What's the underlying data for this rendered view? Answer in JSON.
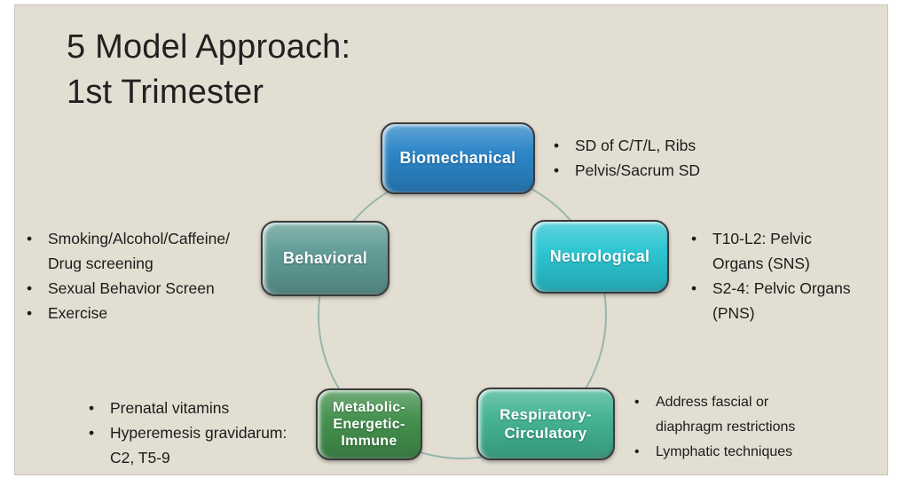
{
  "slide": {
    "title": "5 Model Approach:\n1st Trimester",
    "background_color": "#e3ded2",
    "ring_color": "#7da8a0"
  },
  "models": [
    {
      "name": "Biomechanical",
      "label": "Biomechanical",
      "color": "#2b85c7",
      "bullets": [
        "SD of C/T/L, Ribs",
        "Pelvis/Sacrum SD"
      ]
    },
    {
      "name": "Neurological",
      "label": "Neurological",
      "color": "#2bc5d1",
      "bullets": [
        "T10-L2: Pelvic\nOrgans (SNS)",
        "S2-4: Pelvic Organs\n(PNS)"
      ]
    },
    {
      "name": "Respiratory-Circulatory",
      "label": "Respiratory-\nCirculatory",
      "color": "#43b392",
      "bullets": [
        "Address fascial or\ndiaphragm restrictions",
        "Lymphatic techniques"
      ]
    },
    {
      "name": "Metabolic-Energetic-Immune",
      "label": "Metabolic-\nEnergetic-\nImmune",
      "color": "#43904d",
      "bullets": [
        "Prenatal vitamins",
        "Hyperemesis gravidarum:\nC2, T5-9"
      ]
    },
    {
      "name": "Behavioral",
      "label": "Behavioral",
      "color": "#609b96",
      "bullets": [
        "Smoking/Alcohol/Caffeine/\nDrug screening",
        "Sexual Behavior Screen",
        "Exercise"
      ]
    }
  ]
}
